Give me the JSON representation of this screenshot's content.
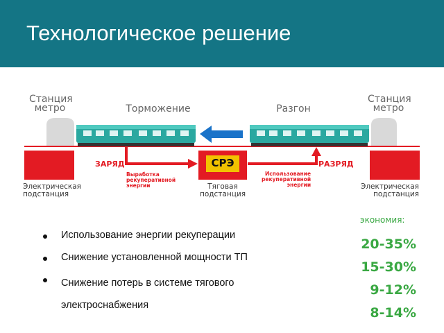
{
  "header": {
    "title": "Технологическое решение"
  },
  "diagram": {
    "station_left": "Станция\nметро",
    "station_right": "Станция\nметро",
    "braking": "Торможение",
    "acceleration": "Разгон",
    "charge": "ЗАРЯД",
    "discharge": "РАЗРЯД",
    "storage": "СРЭ",
    "generation_note": "Выработка\nрекуперативной\nэнергии",
    "usage_note": "Использование\nрекуперативной\nэнергии",
    "substation_left": "Электрическая\nподстанция",
    "substation_right": "Электрическая\nподстанция",
    "traction_substation": "Тяговая\nподстанция"
  },
  "bullets": [
    "Использование энергии рекуперации",
    "Снижение установленной мощности ТП",
    "Снижение потерь в системе тягового электроснабжения"
  ],
  "economy": {
    "title": "экономия:",
    "values": [
      "20-35%",
      "15-30%",
      "9-12%",
      "8-14%"
    ]
  },
  "colors": {
    "header": "#147585",
    "red": "#e31b23",
    "green": "#3aa843",
    "storage": "#f2c200",
    "blue_arrow": "#1a73c9",
    "train": "#2aa8a0"
  }
}
